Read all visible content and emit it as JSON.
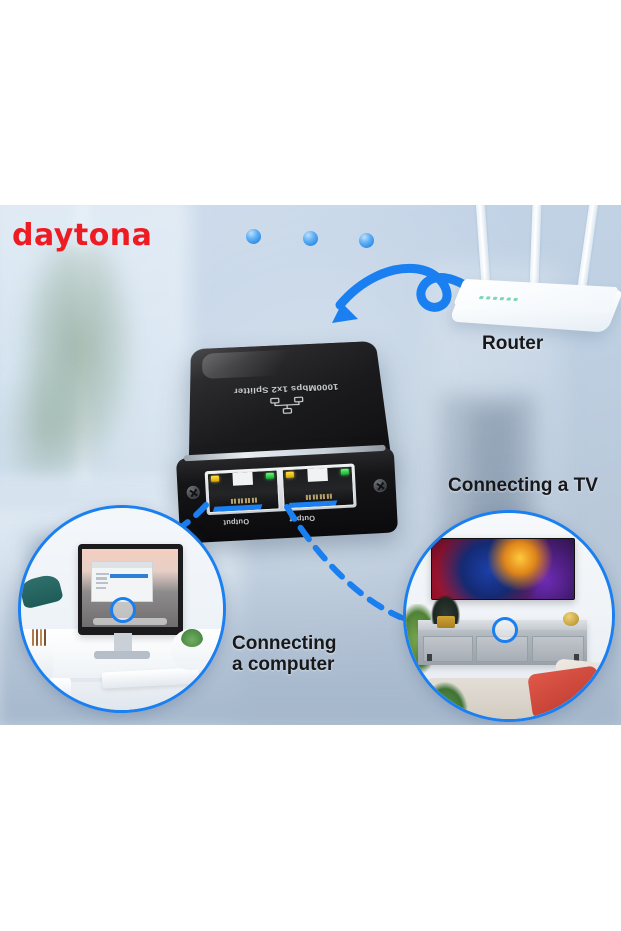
{
  "brand": {
    "logo_text": "daytona",
    "logo_color": "#ee1b23"
  },
  "scene": {
    "background_description": "blurred bright office interior",
    "accent_color": "#1a7ff0"
  },
  "device": {
    "name": "1000Mbps 1x2 Splitter",
    "top_print": "1000Mbps 1x2 Splitter",
    "icon": "network-splitter-icon",
    "ports": [
      {
        "label": "Output",
        "led_link": "yellow",
        "led_activity": "green"
      },
      {
        "label": "Output",
        "led_link": "yellow",
        "led_activity": "green"
      }
    ],
    "body_color": "#141416"
  },
  "callouts": {
    "router": "Router",
    "tv": "Connecting a TV",
    "computer_line1": "Connecting",
    "computer_line2": "a computer"
  },
  "decor": {
    "dots_count": 3,
    "arrow": "curved-loop-arrow",
    "arrow_color": "#1a7ff0"
  },
  "insets": {
    "computer": {
      "name": "desk-with-computer-photo",
      "description": "desk with all-in-one computer, keyboard, mug, pencil holder"
    },
    "television": {
      "name": "living-room-tv-photo",
      "description": "wall mounted TV above grey media console with sofa"
    }
  }
}
